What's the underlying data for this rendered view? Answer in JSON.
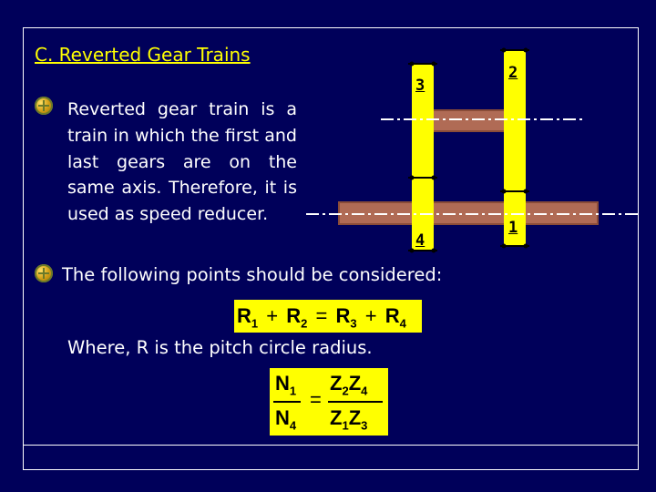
{
  "title": "C. Reverted Gear Trains",
  "paragraph": "Reverted gear train is a train in which the first and last gears are on the same axis. Therefore, it is used as speed reducer.",
  "point": "The following points should be considered:",
  "where": "Where, R is the pitch circle radius.",
  "gear_labels": {
    "g1": "1",
    "g2": "2",
    "g3": "3",
    "g4": "4"
  },
  "formula1": {
    "r1": "R",
    "s1": "1",
    "plus1": "+",
    "r2": "R",
    "s2": "2",
    "eq": "=",
    "r3": "R",
    "s3": "3",
    "plus2": "+",
    "r4": "R",
    "s4": "4"
  },
  "formula2": {
    "n_num": "N",
    "n_num_sub": "1",
    "n_den": "N",
    "n_den_sub": "4",
    "eq": "=",
    "z_a": "Z",
    "z_a_sub": "2",
    "z_b": "Z",
    "z_b_sub": "4",
    "z_c": "Z",
    "z_c_sub": "1",
    "z_d": "Z",
    "z_d_sub": "3"
  },
  "colors": {
    "background": "#00005a",
    "gear": "#ffff00",
    "shaft": "#b06b55",
    "text": "#ffffff",
    "title": "#ffff00"
  }
}
